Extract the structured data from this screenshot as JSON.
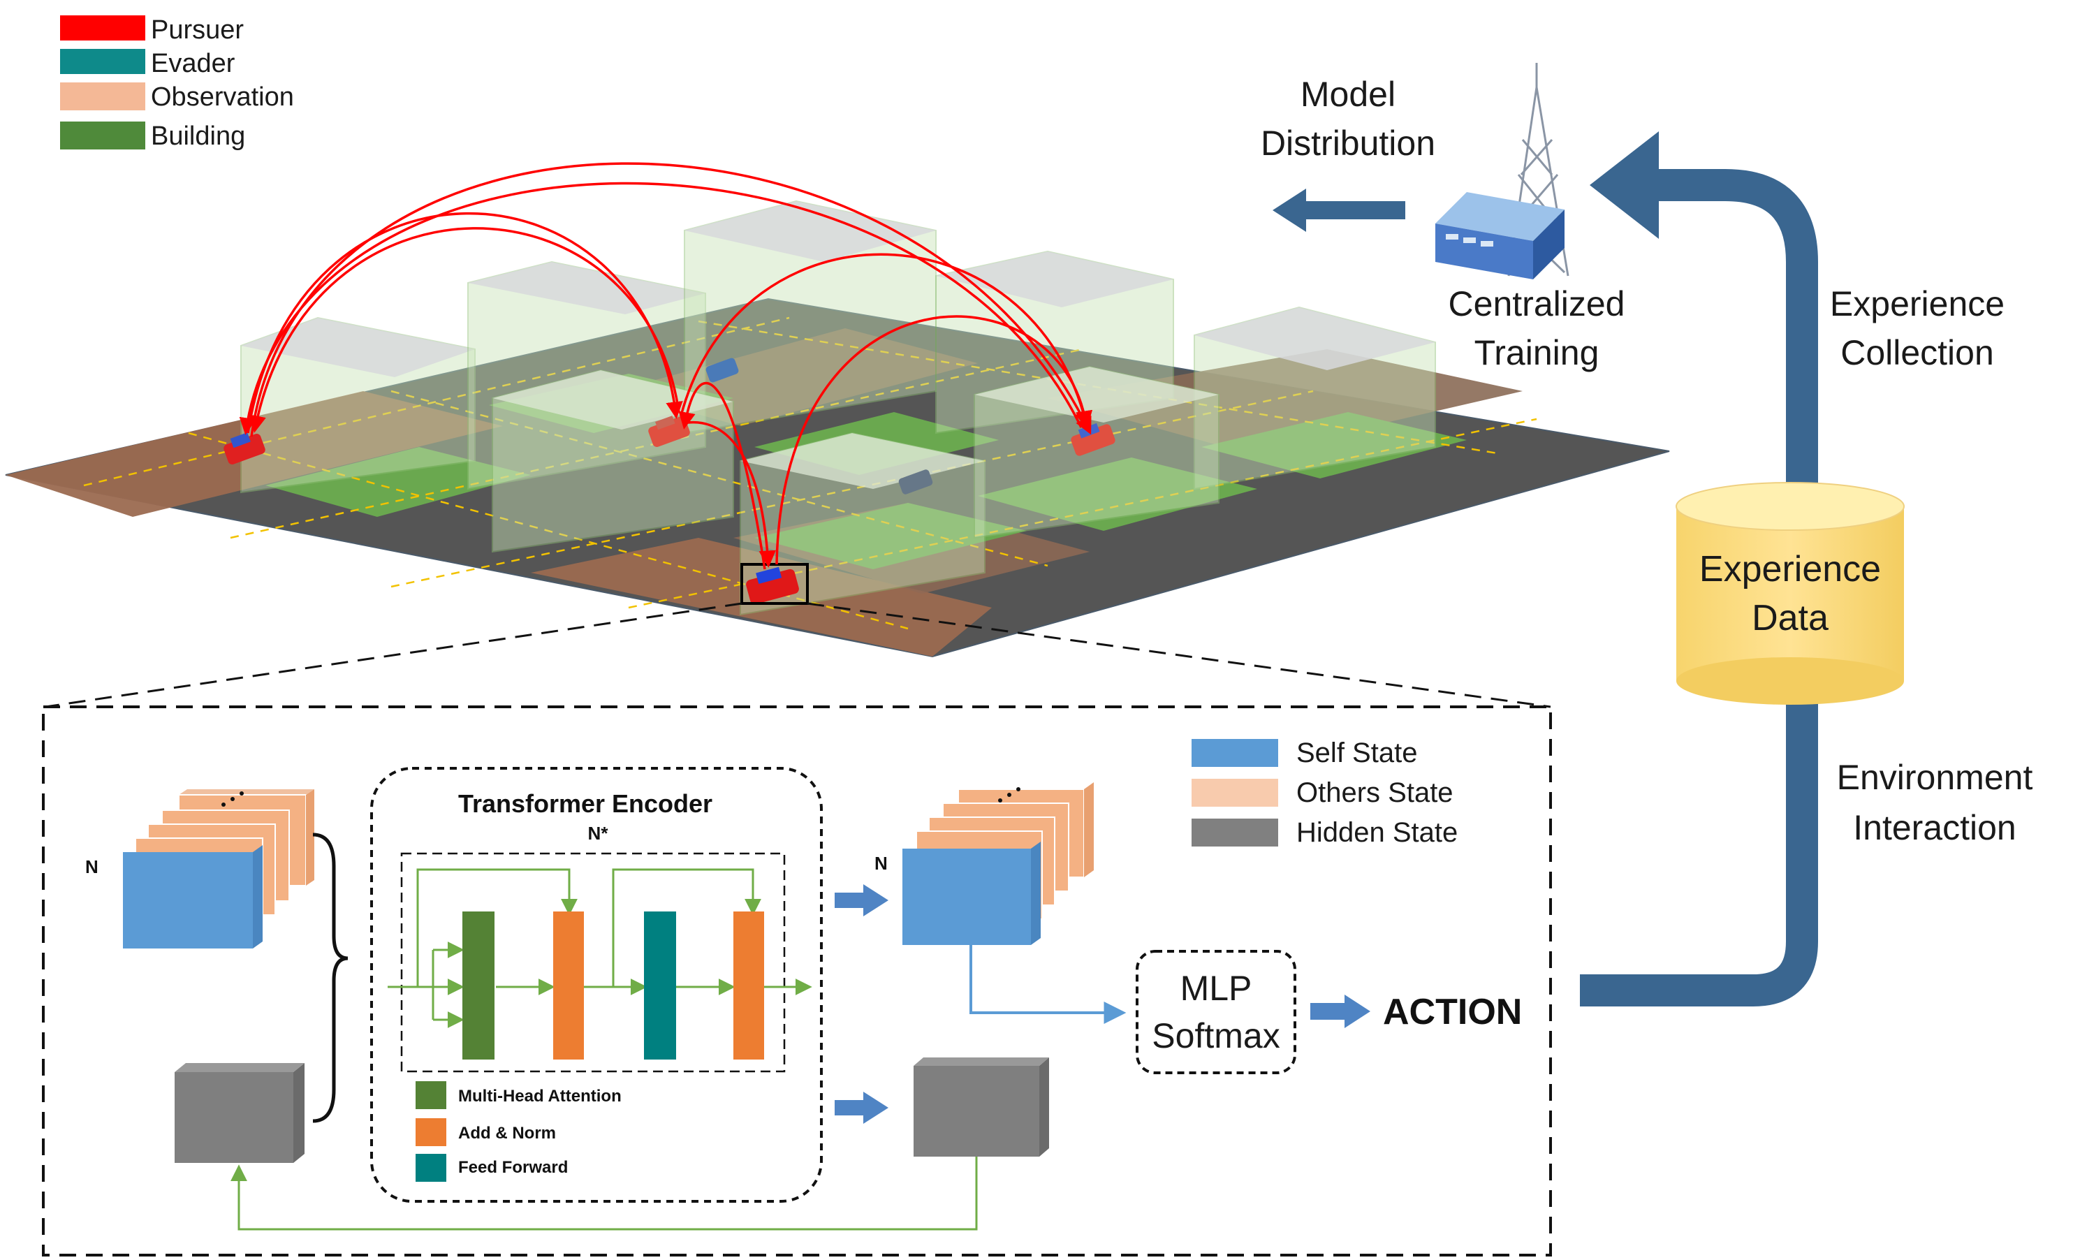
{
  "legend_top": {
    "items": [
      {
        "label": "Pursuer",
        "color": "#ff0000"
      },
      {
        "label": "Evader",
        "color": "#0e8a8a"
      },
      {
        "label": "Observation",
        "color": "#f4b896"
      },
      {
        "label": "Building",
        "color": "#4f8a3a"
      }
    ]
  },
  "pipeline": {
    "model_distribution": [
      "Model",
      "Distribution"
    ],
    "centralized_training": [
      "Centralized",
      "Training"
    ],
    "experience_collection": [
      "Experience",
      "Collection"
    ],
    "experience_data": [
      "Experience",
      "Data"
    ],
    "environment_interaction": [
      "Environment",
      "Interaction"
    ]
  },
  "network": {
    "n_label_left": "N",
    "n_label_right": "N",
    "encoder_title": "Transformer Encoder",
    "encoder_repeat": "N*",
    "encoder_legend": [
      {
        "label": "Multi-Head Attention",
        "color": "#548235"
      },
      {
        "label": "Add & Norm",
        "color": "#ed7d31"
      },
      {
        "label": "Feed Forward",
        "color": "#008080"
      }
    ],
    "state_legend": [
      {
        "label": "Self State",
        "color": "#5b9bd5"
      },
      {
        "label": "Others State",
        "color": "#f8cbad"
      },
      {
        "label": "Hidden State",
        "color": "#808080"
      }
    ],
    "mlp_lines": [
      "MLP",
      "Softmax"
    ],
    "action": "ACTION"
  },
  "colors": {
    "pipeline_arrow": "#3a6690",
    "cylinder": "#ffe08a",
    "link_arrow": "#ff0000",
    "green_line": "#70ad47",
    "blue_line": "#5b9bd5"
  }
}
